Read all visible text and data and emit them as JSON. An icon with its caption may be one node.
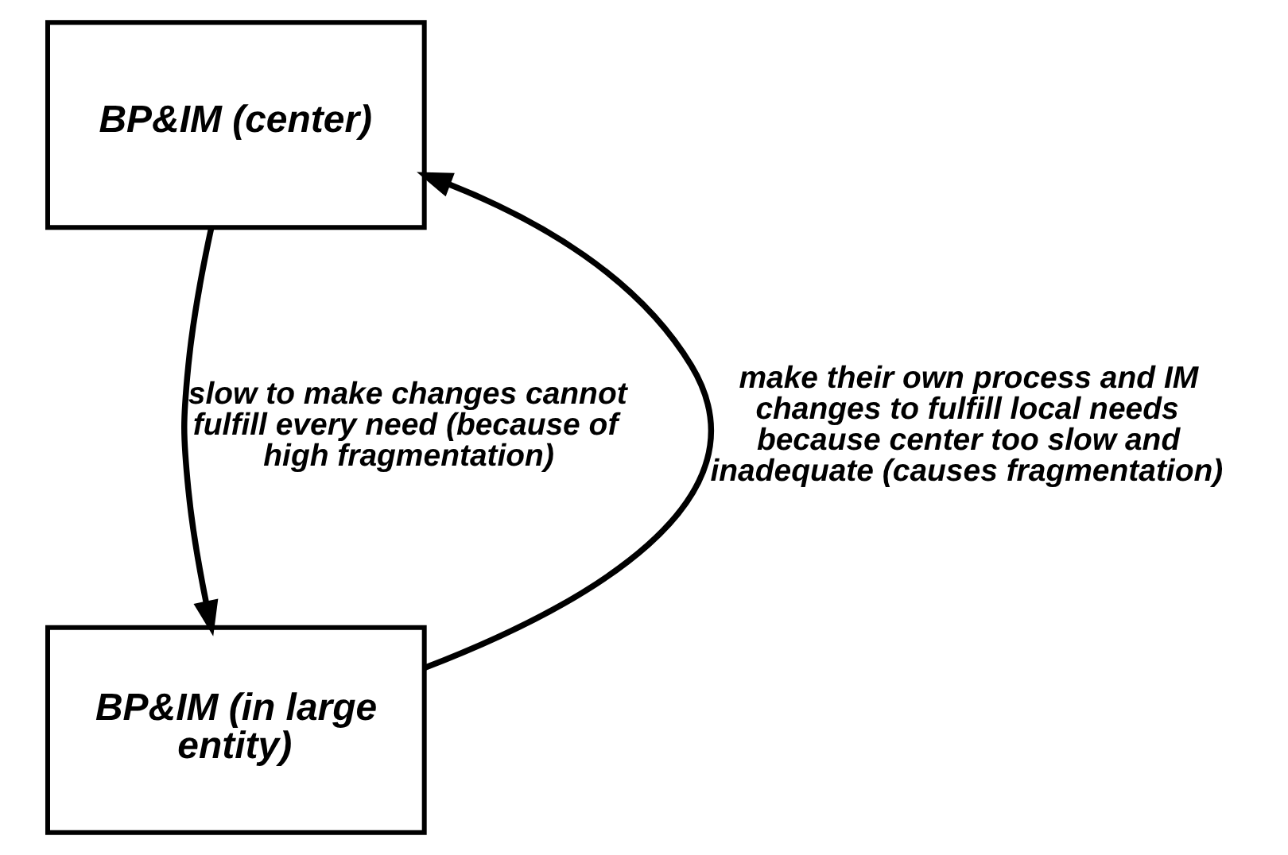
{
  "diagram": {
    "nodes": [
      {
        "text": [
          "BP&IM (center)"
        ]
      },
      {
        "text": [
          "BP&IM (in large entity)"
        ]
      }
    ],
    "edges": [
      {
        "from": 1,
        "to": 0,
        "arrow": "to",
        "label": "make their own process and IM changes to fulfill local needs because center too slow and inadequate (causes fragmentation)"
      },
      {
        "from": 0,
        "to": 1,
        "arrow": "to",
        "label": "slow to make changes cannot fulfill every need (because of high fragmentation)"
      }
    ]
  }
}
